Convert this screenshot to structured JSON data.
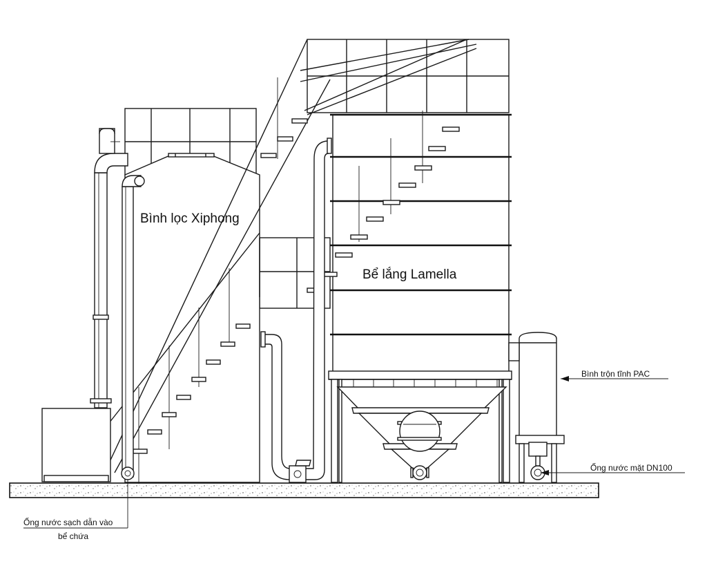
{
  "labels": {
    "filter_tank": "Bình lọc Xiphong",
    "lamella_tank": "Bể lắng Lamella",
    "static_mixer": "Bình trộn tĩnh PAC",
    "surface_pipe": "Ống nước mặt DN100",
    "clean_pipe_line1": "Ống nước sạch dẫn vào",
    "clean_pipe_line2": "bể chứa"
  }
}
